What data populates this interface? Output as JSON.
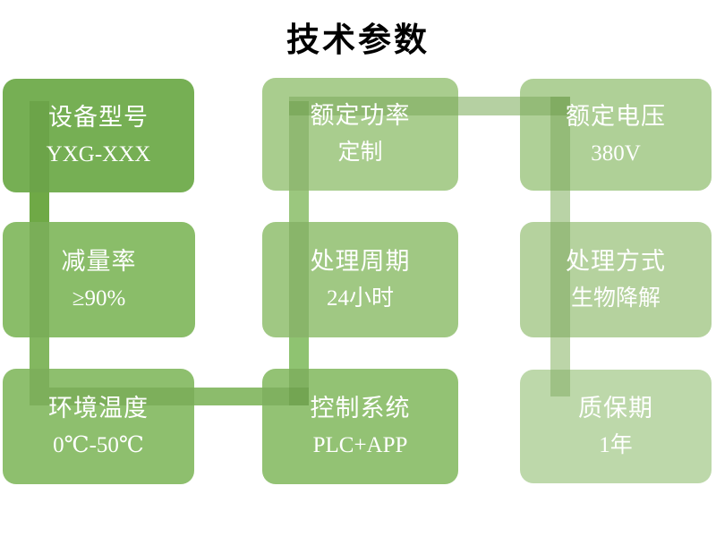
{
  "title": "技术参数",
  "text_color": "#FFFFFF",
  "background": "#FFFFFF",
  "items": [
    {
      "id": "device-model",
      "label": "设备型号",
      "value": "YXG-XXX",
      "color": "#76AF54"
    },
    {
      "id": "rated-power",
      "label": "额定功率",
      "value": "定制",
      "color": "#A9CD8E"
    },
    {
      "id": "rated-voltage",
      "label": "额定电压",
      "value": "380V",
      "color": "#AFD097"
    },
    {
      "id": "reduction-rate",
      "label": "减量率",
      "value": "≥90%",
      "color": "#8ABD69"
    },
    {
      "id": "processing-cycle",
      "label": "处理周期",
      "value": "24小时",
      "color": "#A0C883"
    },
    {
      "id": "processing-method",
      "label": "处理方式",
      "value": "生物降解",
      "color": "#B5D29E"
    },
    {
      "id": "ambient-temperature",
      "label": "环境温度",
      "value": "0℃-50℃",
      "color": "#8EBF6E"
    },
    {
      "id": "control-system",
      "label": "控制系统",
      "value": "PLC+APP",
      "color": "#93C274"
    },
    {
      "id": "warranty-period",
      "label": "质保期",
      "value": "1年",
      "color": "#BDD8AA"
    }
  ],
  "connector": {
    "overlay_color": "rgba(86,140,50,0.3)",
    "flow_order": [
      "设备型号",
      "减量率",
      "环境温度",
      "控制系统",
      "处理周期",
      "额定功率",
      "额定电压",
      "处理方式",
      "质保期"
    ],
    "segments": {
      "g12": "#6FA946",
      "g23": "#83B760",
      "g34": "#8CBC6C",
      "g45": "#8FC371",
      "g56": "#9BC77E",
      "g67": "#B5D0A2",
      "g78": "#B9D3A6",
      "g89": "#BCD5A8"
    }
  }
}
